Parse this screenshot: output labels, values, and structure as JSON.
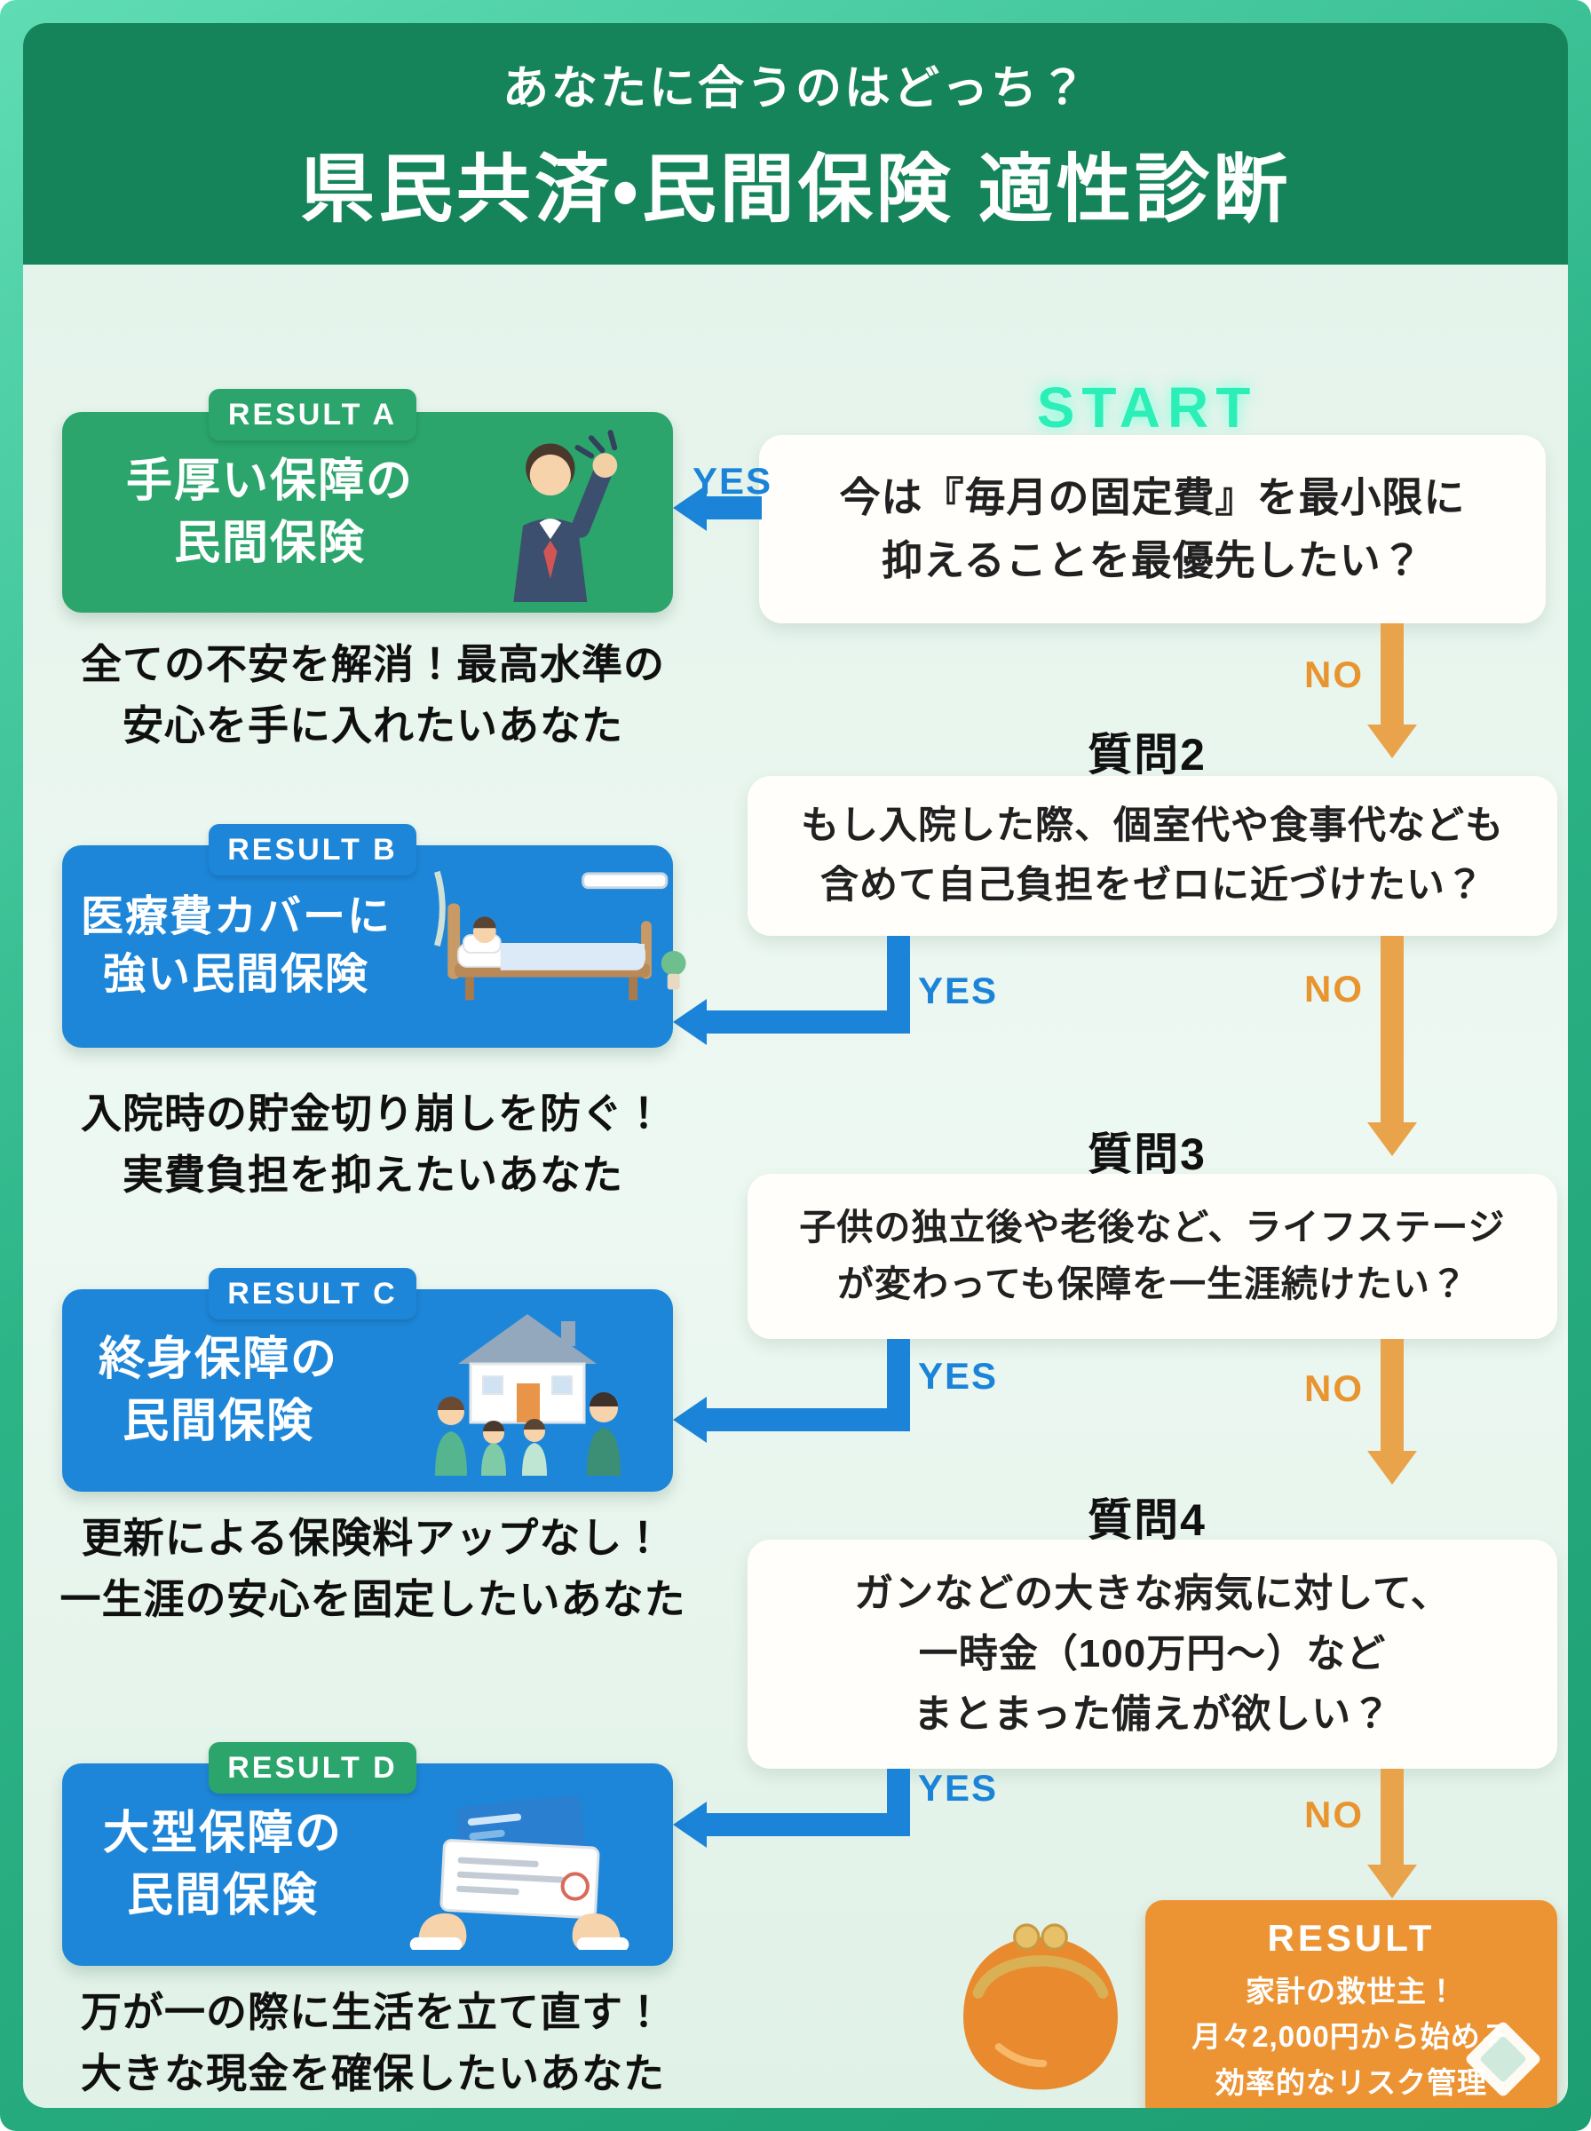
{
  "header": {
    "subtitle": "あなたに合うのはどっち？",
    "title": "県民共済・民間保険 適性診断"
  },
  "start_label": "START",
  "yes_label": "YES",
  "no_label": "NO",
  "questions": [
    {
      "line1": "今は『毎月の固定費』を最小限に",
      "line2": "抑えることを最優先したい？"
    },
    {
      "heading": "質問2",
      "line1": "もし入院した際、個室代や食事代なども",
      "line2": "含めて自己負担をゼロに近づけたい？"
    },
    {
      "heading": "質問3",
      "line1": "子供の独立後や老後など、ライフステージ",
      "line2": "が変わっても保障を一生涯続けたい？"
    },
    {
      "heading": "質問4",
      "line1": "ガンなどの大きな病気に対して、",
      "line2": "一時金（100万円〜）など",
      "line3": "まとまった備えが欲しい？"
    }
  ],
  "results": [
    {
      "tag": "RESULT A",
      "title1": "手厚い保障の",
      "title2": "民間保険",
      "caption1": "全ての不安を解消！最高水準の",
      "caption2": "安心を手に入れたいあなた",
      "illustration": "businessman",
      "color": "#2BA56C"
    },
    {
      "tag": "RESULT B",
      "title1": "医療費カバーに",
      "title2": "強い民間保険",
      "caption1": "入院時の貯金切り崩しを防ぐ！",
      "caption2": "実費負担を抑えたいあなた",
      "illustration": "hospital-bed",
      "color": "#1E86D8"
    },
    {
      "tag": "RESULT C",
      "title1": "終身保障の",
      "title2": "民間保険",
      "caption1": "更新による保険料アップなし！",
      "caption2": "一生涯の安心を固定したいあなた",
      "illustration": "family-house",
      "color": "#1E86D8"
    },
    {
      "tag": "RESULT D",
      "title1": "大型保障の",
      "title2": "民間保険",
      "caption1": "万が一の際に生活を立て直す！",
      "caption2": "大きな現金を確保したいあなた",
      "illustration": "hands-check",
      "color": "#1E86D8"
    }
  ],
  "final_result": {
    "tag": "RESULT",
    "line1": "家計の救世主！",
    "line2": "月々2,000円から始める",
    "line3": "効率的なリスク管理",
    "illustration": "coin-purse",
    "color": "#EC9434"
  },
  "colors": {
    "frame": "#2CB487",
    "header_bg": "#15845A",
    "body_bg": "#E6F4EC",
    "green_result": "#2BA56C",
    "blue_result": "#1E86D8",
    "yes_blue": "#1B84D8",
    "no_orange": "#E9A34B",
    "final_orange": "#EC9434",
    "start_mint": "#2BEFB6"
  }
}
